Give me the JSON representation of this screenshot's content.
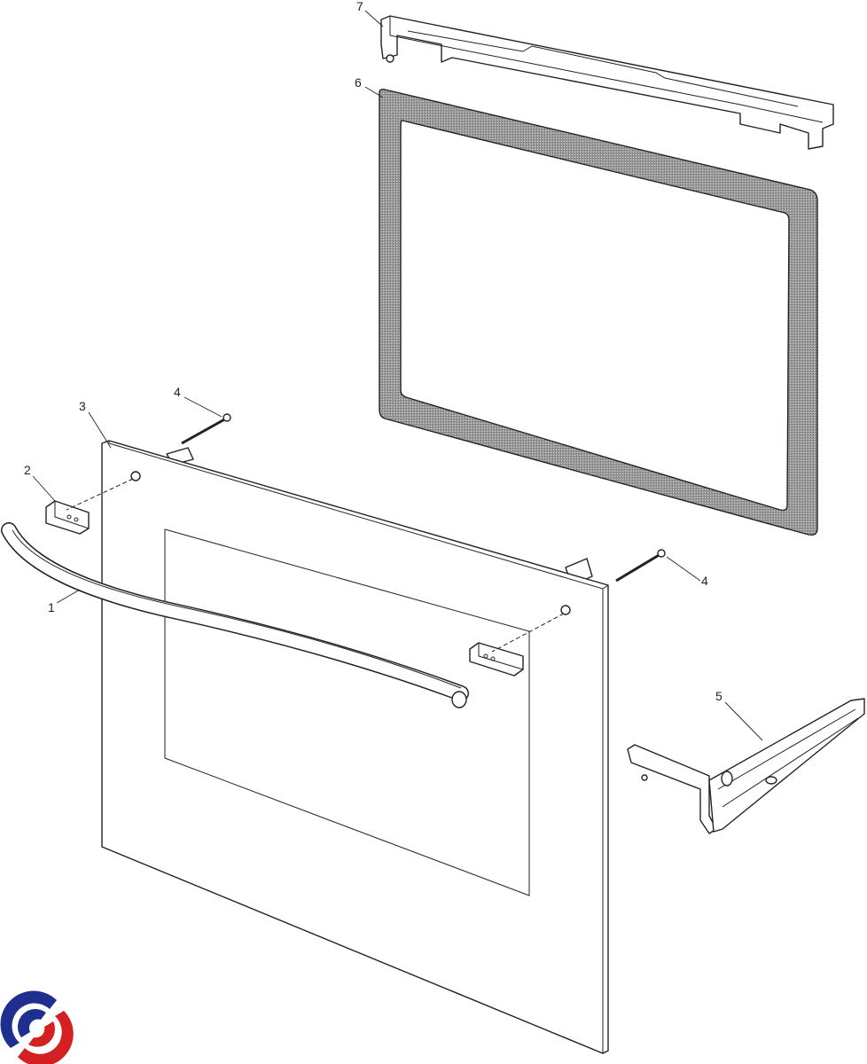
{
  "diagram": {
    "type": "exploded-parts-view",
    "callouts": {
      "handle": "1",
      "handle_bracket": "2",
      "door_outer_glass": "3",
      "screw_left": "4",
      "screw_right": "4",
      "hinge": "5",
      "inner_glass_frame": "6",
      "top_trim": "7"
    }
  },
  "logo": {
    "colors": {
      "blue": "#1f2f8f",
      "red": "#d42020"
    }
  }
}
